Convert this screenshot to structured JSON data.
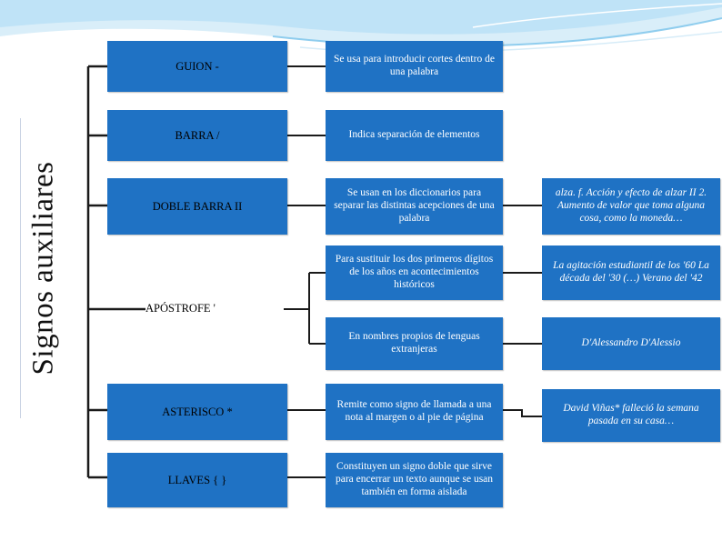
{
  "title": "Signos auxiliares",
  "colors": {
    "box": "#1f72c4",
    "wave": "#bfe3f7",
    "wave_accent": "#8fcdee",
    "connector": "#1a1a1a",
    "title": "#111111"
  },
  "rows": [
    {
      "category": "GUION -",
      "description": "Se usa para introducir cortes dentro de una palabra",
      "example": ""
    },
    {
      "category": "BARRA /",
      "description": "Indica separación de elementos",
      "example": ""
    },
    {
      "category": "DOBLE BARRA II",
      "description": "Se usan en los diccionarios para separar las distintas acepciones de una palabra",
      "example": "alza. f. Acción y efecto de alzar II 2. Aumento de valor que toma alguna cosa, como la moneda…"
    },
    {
      "category": "APÓSTROFE '",
      "description": "Para sustituir los dos primeros dígitos de los años en acontecimientos históricos",
      "example": "La agitación estudiantil de los '60 La década del '30 (…) Verano del '42"
    },
    {
      "category": "",
      "description": "En nombres propios de lenguas extranjeras",
      "example": "D'Alessandro D'Alessio"
    },
    {
      "category": "ASTERISCO *",
      "description": "Remite como signo de llamada a una nota al margen o al pie de página",
      "example": "David Viñas* falleció la semana pasada en su casa…"
    },
    {
      "category": "LLAVES { }",
      "description": "Constituyen un signo doble que sirve para encerrar un texto aunque se usan también en forma aislada",
      "example": ""
    }
  ]
}
